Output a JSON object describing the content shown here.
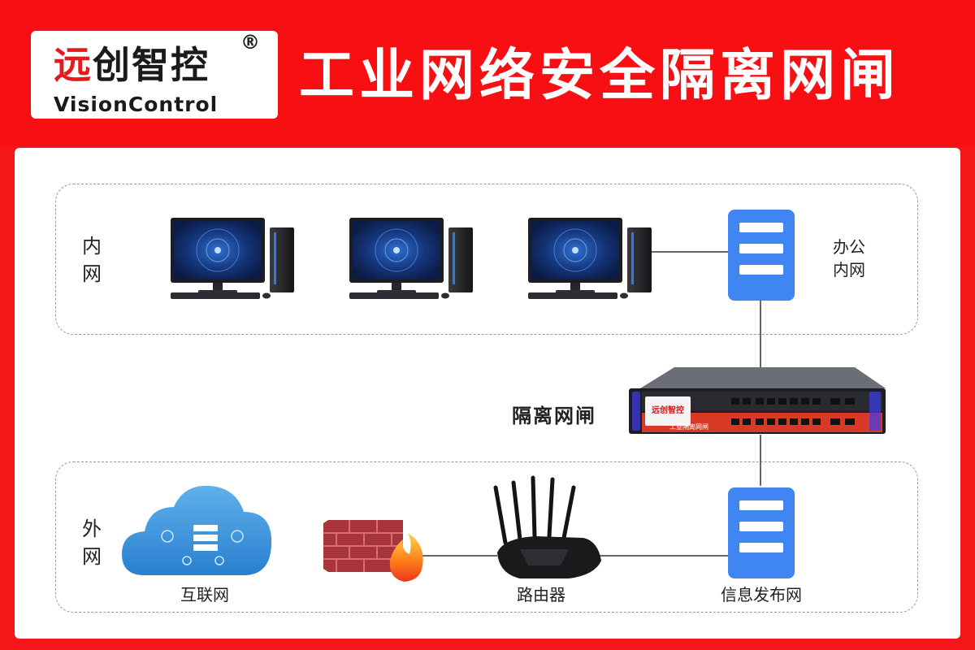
{
  "header": {
    "logo_cn_first": "远",
    "logo_cn_rest": "创智控",
    "logo_en": "VisionControl",
    "logo_reg": "®",
    "title": "工业网络安全隔离网闸"
  },
  "zones": {
    "inner": "内\n网",
    "outer": "外\n网"
  },
  "nodes": {
    "office_lan": "办公\n内网",
    "gatekeeper": "隔离网闸",
    "gatekeeper_face_brand": "远创智控",
    "gatekeeper_face_text": "工业隔离网闸",
    "internet": "互联网",
    "router": "路由器",
    "info_publish": "信息发布网"
  },
  "colors": {
    "header_red": "#f70f14",
    "server_blue": "#3f86f2",
    "device_red": "#e8442d",
    "firewall_brick": "#b53a3f"
  },
  "icons": {
    "computers": [
      "desktop-computer-icon",
      "desktop-computer-icon",
      "desktop-computer-icon"
    ],
    "servers": [
      "server-icon",
      "server-icon"
    ],
    "cloud": "cloud-icon",
    "firewall": "firewall-icon",
    "router": "router-icon",
    "gatekeeper": "gatekeeper-device-icon"
  }
}
